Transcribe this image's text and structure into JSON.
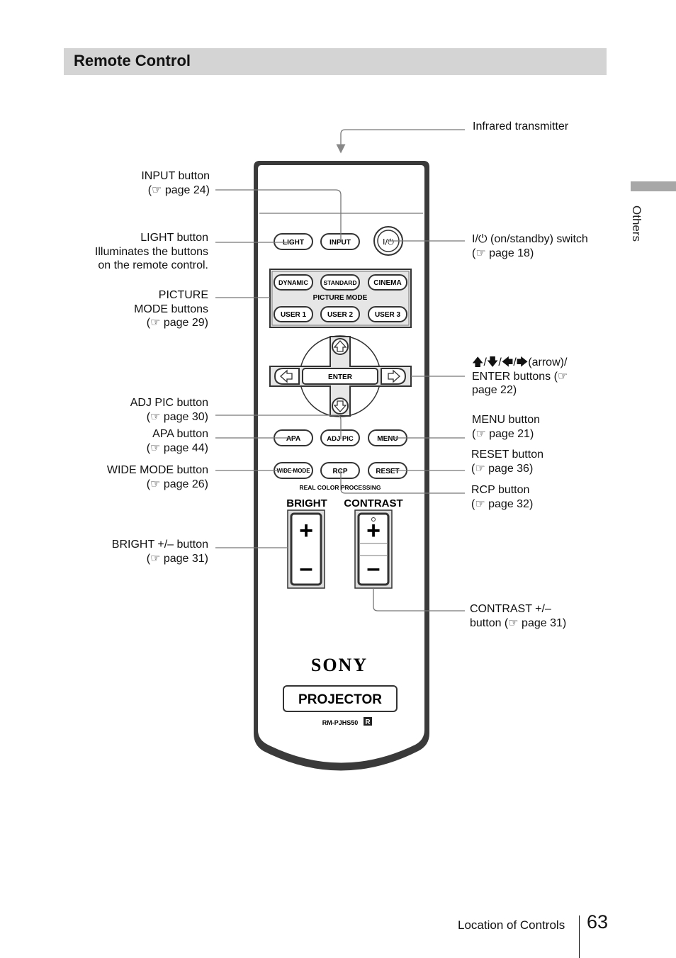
{
  "header": {
    "title": "Remote Control"
  },
  "side": {
    "label": "Others"
  },
  "callouts": {
    "infrared": [
      "Infrared transmitter"
    ],
    "input": [
      "INPUT button",
      "(☞ page 24)"
    ],
    "light": [
      "LIGHT button",
      "Illuminates the buttons",
      "on the remote control."
    ],
    "picture": [
      "PICTURE",
      "MODE buttons",
      "(☞ page 29)"
    ],
    "adjpic": [
      "ADJ PIC button",
      "(☞ page 30)"
    ],
    "apa": [
      "APA button",
      "(☞ page 44)"
    ],
    "widemode": [
      "WIDE MODE button",
      "(☞ page 26)"
    ],
    "bright": [
      "BRIGHT +/–  button",
      "(☞ page 31)"
    ],
    "power": [
      "I/⏻ (on/standby) switch",
      "(☞ page 18)"
    ],
    "arrow": [
      "🡅/🡇/🡄/🡆(arrow)/",
      "ENTER buttons (☞",
      "page 22)"
    ],
    "menu": [
      "MENU button",
      "(☞ page 21)"
    ],
    "reset": [
      "RESET button",
      "(☞ page 36)"
    ],
    "rcp": [
      "RCP button",
      "(☞ page 32)"
    ],
    "contrast": [
      "CONTRAST +/–",
      "button (☞ page 31)"
    ]
  },
  "remote": {
    "buttons": {
      "light": "LIGHT",
      "input": "INPUT",
      "power": "I/⏻",
      "dynamic": "DYNAMIC",
      "standard": "STANDARD",
      "cinema": "CINEMA",
      "user1": "USER 1",
      "user2": "USER 2",
      "user3": "USER 3",
      "enter": "ENTER",
      "apa": "APA",
      "adjpic": "ADJ PIC",
      "menu": "MENU",
      "widemode": "WIDE MODE",
      "rcp": "RCP",
      "reset": "RESET"
    },
    "picture_mode_label": "PICTURE MODE",
    "rcp_caption": "REAL COLOR PROCESSING",
    "bright_label": "BRIGHT",
    "contrast_label": "CONTRAST",
    "plus_glyph": "+",
    "minus_glyph": "–",
    "brand": "SONY",
    "projector_label": "PROJECTOR",
    "model": "RM-PJHS50",
    "model_badge": "R"
  },
  "footer": {
    "section": "Location of Controls",
    "page": "63"
  }
}
